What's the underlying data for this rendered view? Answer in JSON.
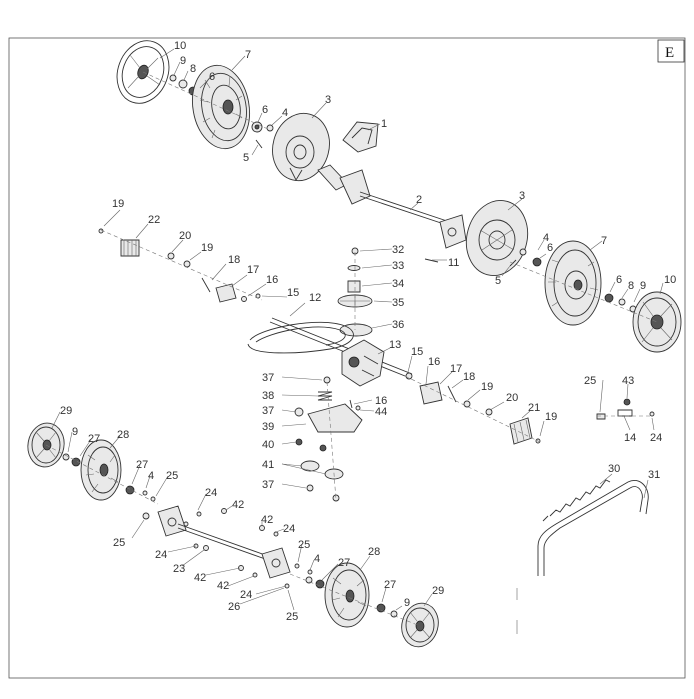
{
  "section_label": "E",
  "callouts": [
    {
      "id": "c1",
      "text": "10"
    },
    {
      "id": "c2",
      "text": "9"
    },
    {
      "id": "c3",
      "text": "8"
    },
    {
      "id": "c4",
      "text": "6"
    },
    {
      "id": "c5",
      "text": "7"
    },
    {
      "id": "c6",
      "text": "6"
    },
    {
      "id": "c7",
      "text": "4"
    },
    {
      "id": "c8",
      "text": "5"
    },
    {
      "id": "c9",
      "text": "3"
    },
    {
      "id": "c10",
      "text": "1"
    },
    {
      "id": "c11",
      "text": "2"
    },
    {
      "id": "c12",
      "text": "3"
    },
    {
      "id": "c13",
      "text": "4"
    },
    {
      "id": "c14",
      "text": "6"
    },
    {
      "id": "c15",
      "text": "5"
    },
    {
      "id": "c16",
      "text": "7"
    },
    {
      "id": "c17",
      "text": "6"
    },
    {
      "id": "c18",
      "text": "8"
    },
    {
      "id": "c19",
      "text": "9"
    },
    {
      "id": "c20",
      "text": "10"
    },
    {
      "id": "c21",
      "text": "11"
    },
    {
      "id": "c22",
      "text": "32"
    },
    {
      "id": "c23",
      "text": "33"
    },
    {
      "id": "c24",
      "text": "34"
    },
    {
      "id": "c25",
      "text": "35"
    },
    {
      "id": "c26",
      "text": "36"
    },
    {
      "id": "c27",
      "text": "19"
    },
    {
      "id": "c28",
      "text": "22"
    },
    {
      "id": "c29",
      "text": "20"
    },
    {
      "id": "c30",
      "text": "19"
    },
    {
      "id": "c31",
      "text": "18"
    },
    {
      "id": "c32",
      "text": "17"
    },
    {
      "id": "c33",
      "text": "16"
    },
    {
      "id": "c34",
      "text": "15"
    },
    {
      "id": "c35",
      "text": "12"
    },
    {
      "id": "c36",
      "text": "13"
    },
    {
      "id": "c37",
      "text": "15"
    },
    {
      "id": "c38",
      "text": "16"
    },
    {
      "id": "c39",
      "text": "17"
    },
    {
      "id": "c40",
      "text": "18"
    },
    {
      "id": "c41",
      "text": "19"
    },
    {
      "id": "c42",
      "text": "20"
    },
    {
      "id": "c43",
      "text": "21"
    },
    {
      "id": "c44",
      "text": "19"
    },
    {
      "id": "c45",
      "text": "37"
    },
    {
      "id": "c46",
      "text": "38"
    },
    {
      "id": "c47",
      "text": "16"
    },
    {
      "id": "c48",
      "text": "37"
    },
    {
      "id": "c49",
      "text": "44"
    },
    {
      "id": "c50",
      "text": "39"
    },
    {
      "id": "c51",
      "text": "40"
    },
    {
      "id": "c52",
      "text": "41"
    },
    {
      "id": "c53",
      "text": "37"
    },
    {
      "id": "c54",
      "text": "25"
    },
    {
      "id": "c55",
      "text": "43"
    },
    {
      "id": "c56",
      "text": "14"
    },
    {
      "id": "c57",
      "text": "24"
    },
    {
      "id": "c58",
      "text": "29"
    },
    {
      "id": "c59",
      "text": "9"
    },
    {
      "id": "c60",
      "text": "27"
    },
    {
      "id": "c61",
      "text": "28"
    },
    {
      "id": "c62",
      "text": "27"
    },
    {
      "id": "c63",
      "text": "4"
    },
    {
      "id": "c64",
      "text": "25"
    },
    {
      "id": "c65",
      "text": "24"
    },
    {
      "id": "c66",
      "text": "42"
    },
    {
      "id": "c67",
      "text": "25"
    },
    {
      "id": "c68",
      "text": "24"
    },
    {
      "id": "c69",
      "text": "42"
    },
    {
      "id": "c70",
      "text": "23"
    },
    {
      "id": "c71",
      "text": "42"
    },
    {
      "id": "c72",
      "text": "42"
    },
    {
      "id": "c73",
      "text": "24"
    },
    {
      "id": "c74",
      "text": "24"
    },
    {
      "id": "c75",
      "text": "26"
    },
    {
      "id": "c76",
      "text": "25"
    },
    {
      "id": "c77",
      "text": "25"
    },
    {
      "id": "c78",
      "text": "4"
    },
    {
      "id": "c79",
      "text": "27"
    },
    {
      "id": "c80",
      "text": "28"
    },
    {
      "id": "c81",
      "text": "27"
    },
    {
      "id": "c82",
      "text": "9"
    },
    {
      "id": "c83",
      "text": "29"
    },
    {
      "id": "c84",
      "text": "30"
    },
    {
      "id": "c85",
      "text": "31"
    }
  ]
}
